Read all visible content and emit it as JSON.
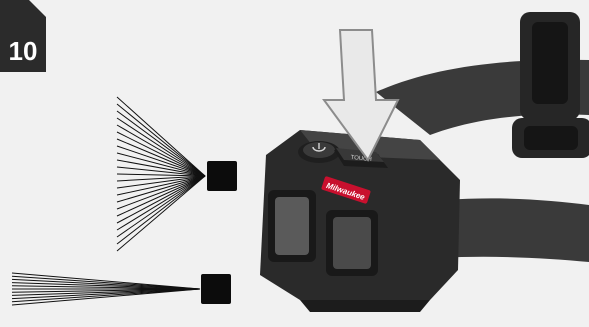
{
  "step": {
    "number": "10"
  },
  "beam_modes": [
    {
      "name": "flood",
      "square_color": "#0c0c0c"
    },
    {
      "name": "spot",
      "square_color": "#0c0c0c"
    }
  ],
  "headlamp": {
    "brand_text": "Milwaukee",
    "button_text": "TOUCH",
    "body_color": "#2a2a2a",
    "accent_color": "#c8102e",
    "strap_color": "#3b3b3b"
  },
  "press_arrow": {
    "icon": "down-arrow-icon"
  },
  "colors": {
    "background": "#f1f1f1",
    "badge": "#2b2b2b"
  }
}
